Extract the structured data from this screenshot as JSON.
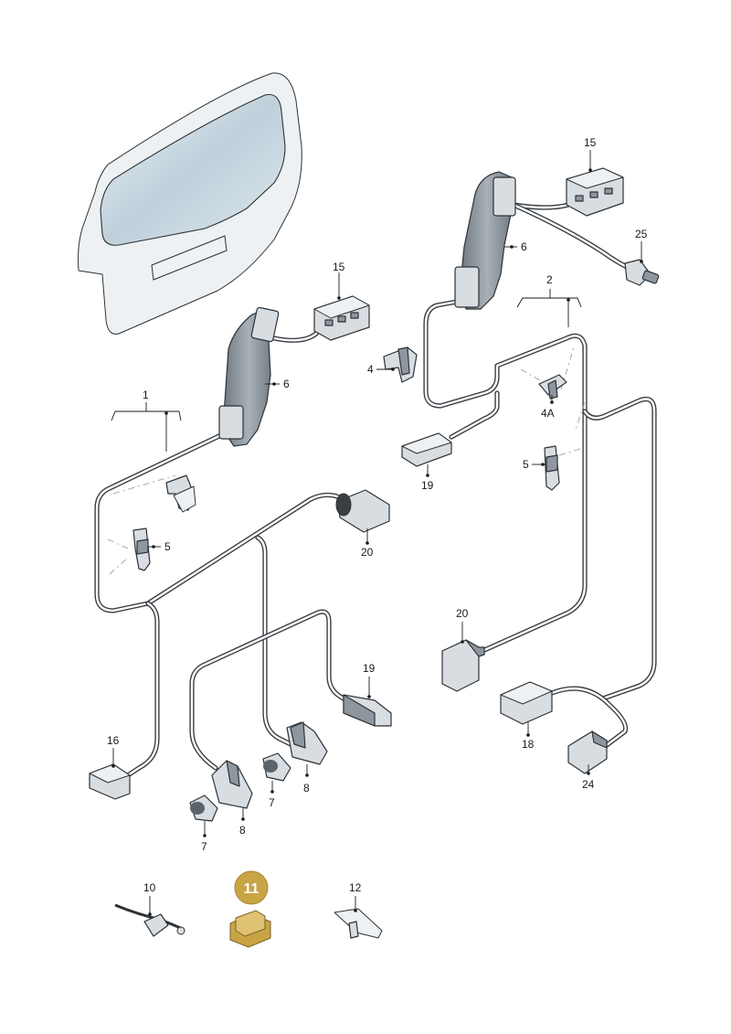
{
  "callouts": {
    "c1": "1",
    "c2": "2",
    "c4": "4",
    "c4a": "4A",
    "c5a": "5",
    "c5b": "5",
    "c6a": "6",
    "c6b": "6",
    "c7a": "7",
    "c7b": "7",
    "c8a": "8",
    "c8b": "8",
    "c10": "10",
    "c11": "11",
    "c12": "12",
    "c15a": "15",
    "c15b": "15",
    "c16": "16",
    "c18": "18",
    "c19a": "19",
    "c19b": "19",
    "c20a": "20",
    "c20b": "20",
    "c24": "24",
    "c25": "25"
  },
  "colors": {
    "highlight_badge": "#c9a445",
    "highlight_part": "#c9a445",
    "wire": "#3a3f44",
    "glass": "#cfdde6"
  }
}
